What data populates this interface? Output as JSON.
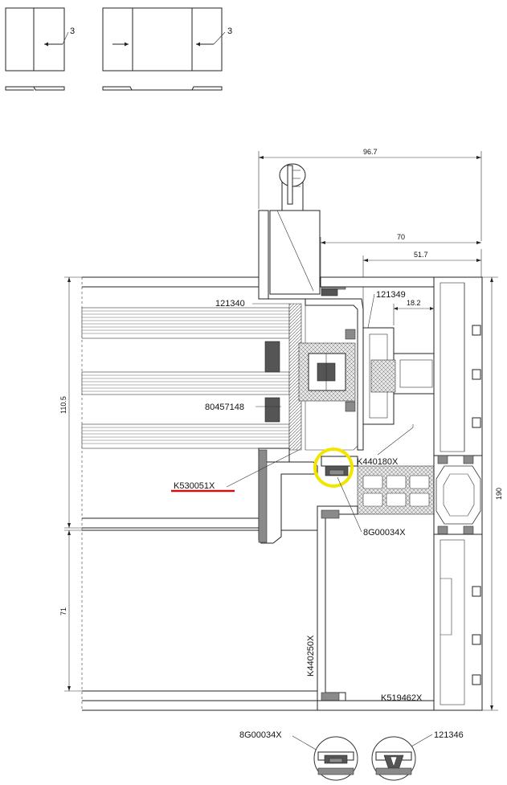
{
  "labels": {
    "gap_left": "3",
    "gap_right": "3",
    "dim_total_width": "96.7",
    "dim_70": "70",
    "dim_51_7": "51.7",
    "dim_18_2": "18.2",
    "dim_110_5": "110.5",
    "dim_71": "71",
    "dim_190": "190",
    "part_121340": "121340",
    "part_121349": "121349",
    "part_80457148": "80457148",
    "part_K440180X": "K440180X",
    "part_K530051X": "K530051X",
    "part_8G00034X": "8G00034X",
    "part_K440250X": "K440250X",
    "part_K519462X": "K519462X",
    "detail_left_label": "8G00034X",
    "detail_right_label": "121346"
  },
  "colors": {
    "highlight_circle": "#f2e600",
    "underline": "#d01010"
  }
}
